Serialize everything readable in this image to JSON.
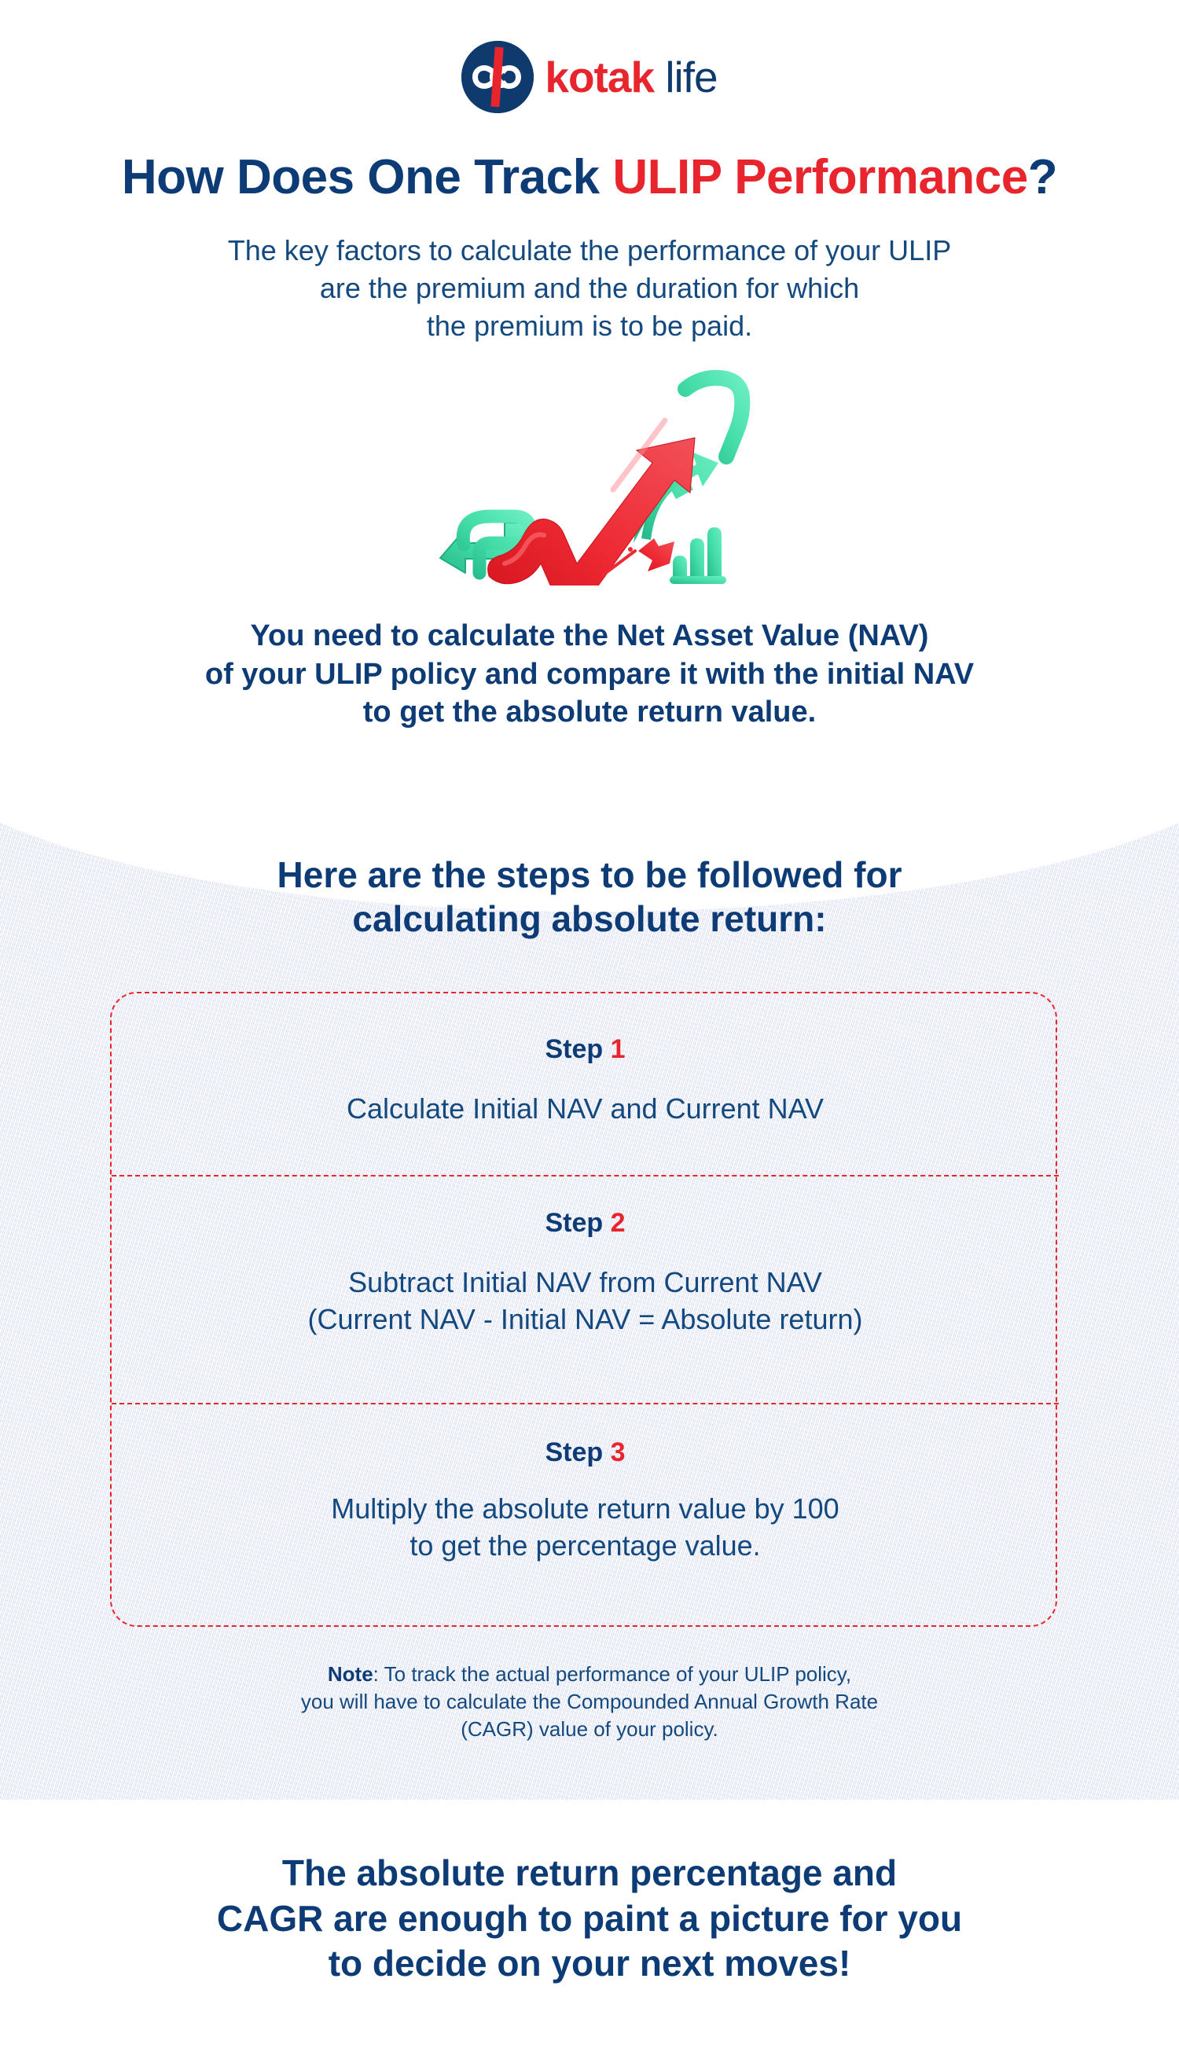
{
  "brand": {
    "logo_icon": "kotak-infinity-logo-icon",
    "name_primary": "kotak",
    "name_secondary": "life",
    "color_navy": "#0d3b76",
    "color_red": "#e8242c"
  },
  "headline": {
    "part1": "How Does One Track ",
    "highlight": "ULIP Performance",
    "part3": "?"
  },
  "subhead": {
    "line1": "The key factors to calculate the performance of your ULIP",
    "line2": "are the premium and the duration for which",
    "line3": "the premium is to be paid."
  },
  "illustration": {
    "icon": "upward-growth-arrow-chart-icon",
    "arrow_color": "#ec2630",
    "accent_color": "#3ed6a0"
  },
  "nav_statement": {
    "line1": "You need to calculate the Net Asset Value (NAV)",
    "line2": "of your ULIP policy and compare it with the initial NAV",
    "line3": "to get the absolute return value."
  },
  "steps_heading": {
    "line1": "Here are the steps to be followed for",
    "line2": "calculating absolute return:"
  },
  "steps": [
    {
      "label_word": "Step",
      "label_num": "1",
      "text_line1": "Calculate Initial NAV and Current NAV",
      "text_line2": ""
    },
    {
      "label_word": "Step",
      "label_num": "2",
      "text_line1": "Subtract Initial NAV from Current NAV",
      "text_line2": "(Current NAV - Initial NAV = Absolute return)"
    },
    {
      "label_word": "Step",
      "label_num": "3",
      "text_line1": "Multiply the absolute return value by 100",
      "text_line2": "to get the percentage value."
    }
  ],
  "note": {
    "prefix": "Note",
    "line1": ": To track the actual performance of your ULIP policy,",
    "line2": "you will have to calculate the Compounded Annual Growth Rate",
    "line3": "(CAGR) value of your policy."
  },
  "conclusion": {
    "line1": "The absolute return percentage and",
    "line2": "CAGR are enough to paint a picture for you",
    "line3": "to decide on your next moves!"
  }
}
